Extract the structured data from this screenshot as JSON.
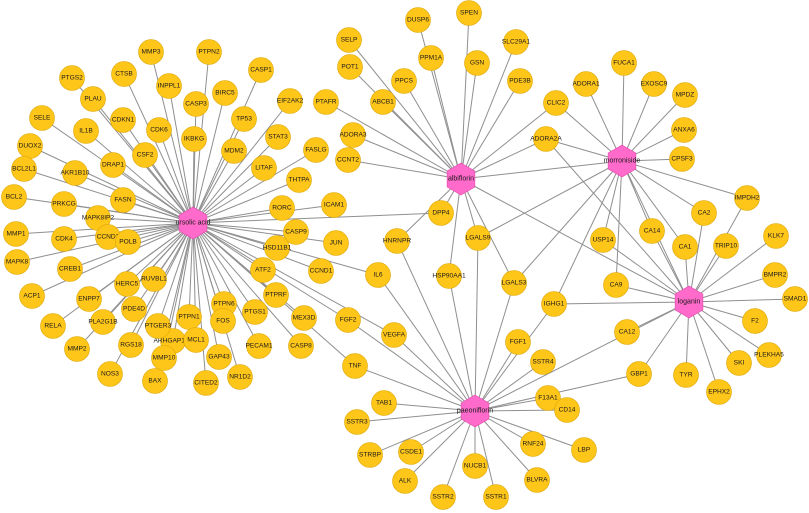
{
  "diagram": {
    "type": "network",
    "hub_color": "#FF6ACB",
    "gene_color": "#FFC61A",
    "edge_color": "#8f8f8f",
    "hubs": [
      "ursolic acid",
      "albiflorin",
      "morroniside",
      "loganin",
      "paeoniflorin"
    ],
    "genes": [
      "MMP3",
      "PTPN2",
      "CASP1",
      "PTGS2",
      "CTSB",
      "INPPL1",
      "PLAU",
      "BIRC5",
      "CASP3",
      "CDKN1",
      "TP53",
      "EIF2AK2",
      "SELE",
      "IL1B",
      "CDK6",
      "IKBKG",
      "DUOX2",
      "STAT3",
      "DRAP1",
      "CSF2",
      "MDM2",
      "FASLG",
      "BCL2L1",
      "AKR1B10",
      "LITAF",
      "THTPA",
      "BCL2",
      "PRKCG",
      "FASN",
      "ICAM1",
      "MAPK8IP2",
      "RORC",
      "MMP1",
      "CDK4",
      "CCND2",
      "POLB",
      "CASP9",
      "JUN",
      "MAPK8",
      "HSD11B1",
      "CREB1",
      "HERC5",
      "RUVBL1",
      "ATF2",
      "ACP1",
      "ENPP7",
      "CCND1",
      "PDE4D",
      "PTPN6",
      "RELA",
      "PLA2G1B",
      "PTPRF",
      "IL6",
      "PTPN1",
      "ARHGAP11A",
      "FOS",
      "PTGS1",
      "MEX3D",
      "MMP2",
      "PTGER3",
      "RGS18",
      "MCL1",
      "GAP43",
      "PECAM1",
      "NOS3",
      "MMP10",
      "NR1D2",
      "CASP8",
      "BAX",
      "CITED2",
      "DUSP6",
      "SPEN",
      "SELP",
      "PPM1A",
      "SLC29A1",
      "GSN",
      "POT1",
      "PPCS",
      "PDE3B",
      "ABCB1",
      "PTAFR",
      "ADORA3",
      "CCNT2",
      "DPP4",
      "HNRNPR",
      "LGALS9",
      "HSP90AA1",
      "FGF2",
      "VEGFA",
      "TNF",
      "LGALS3",
      "FUCA1",
      "ADORA1",
      "EXOSC9",
      "MPDZ",
      "CLIC2",
      "ANXA6",
      "ADORA2A",
      "CPSF3",
      "IMPDH2",
      "CA2",
      "CA14",
      "KLK7",
      "TRIP10",
      "USP14",
      "CA1",
      "BMPR2",
      "CA9",
      "SMAD1",
      "IGHG1",
      "F2",
      "CA12",
      "PLEKHA5",
      "GBP1",
      "SKI",
      "TYR",
      "EPHX2",
      "FGF1",
      "SSTR4",
      "F13A1",
      "TAB1",
      "CD14",
      "SSTR3",
      "CSDE1",
      "RNF24",
      "LBP",
      "STRBP",
      "NUCB1",
      "ALK",
      "BLVRA",
      "SSTR2",
      "SSTR1"
    ],
    "edges": [
      [
        "ursolic acid",
        "MMP3"
      ],
      [
        "ursolic acid",
        "PTPN2"
      ],
      [
        "ursolic acid",
        "CASP1"
      ],
      [
        "ursolic acid",
        "PTGS2"
      ],
      [
        "ursolic acid",
        "CTSB"
      ],
      [
        "ursolic acid",
        "INPPL1"
      ],
      [
        "ursolic acid",
        "PLAU"
      ],
      [
        "ursolic acid",
        "BIRC5"
      ],
      [
        "ursolic acid",
        "CASP3"
      ],
      [
        "ursolic acid",
        "CDKN1"
      ],
      [
        "ursolic acid",
        "TP53"
      ],
      [
        "ursolic acid",
        "EIF2AK2"
      ],
      [
        "ursolic acid",
        "SELE"
      ],
      [
        "ursolic acid",
        "IL1B"
      ],
      [
        "ursolic acid",
        "CDK6"
      ],
      [
        "ursolic acid",
        "IKBKG"
      ],
      [
        "ursolic acid",
        "DUOX2"
      ],
      [
        "ursolic acid",
        "STAT3"
      ],
      [
        "ursolic acid",
        "DRAP1"
      ],
      [
        "ursolic acid",
        "CSF2"
      ],
      [
        "ursolic acid",
        "MDM2"
      ],
      [
        "ursolic acid",
        "FASLG"
      ],
      [
        "ursolic acid",
        "BCL2L1"
      ],
      [
        "ursolic acid",
        "AKR1B10"
      ],
      [
        "ursolic acid",
        "LITAF"
      ],
      [
        "ursolic acid",
        "THTPA"
      ],
      [
        "ursolic acid",
        "BCL2"
      ],
      [
        "ursolic acid",
        "PRKCG"
      ],
      [
        "ursolic acid",
        "FASN"
      ],
      [
        "ursolic acid",
        "ICAM1"
      ],
      [
        "ursolic acid",
        "MAPK8IP2"
      ],
      [
        "ursolic acid",
        "RORC"
      ],
      [
        "ursolic acid",
        "MMP1"
      ],
      [
        "ursolic acid",
        "CDK4"
      ],
      [
        "ursolic acid",
        "CCND2"
      ],
      [
        "ursolic acid",
        "POLB"
      ],
      [
        "ursolic acid",
        "CASP9"
      ],
      [
        "ursolic acid",
        "JUN"
      ],
      [
        "ursolic acid",
        "MAPK8"
      ],
      [
        "ursolic acid",
        "HSD11B1"
      ],
      [
        "ursolic acid",
        "CREB1"
      ],
      [
        "ursolic acid",
        "HERC5"
      ],
      [
        "ursolic acid",
        "RUVBL1"
      ],
      [
        "ursolic acid",
        "ATF2"
      ],
      [
        "ursolic acid",
        "ACP1"
      ],
      [
        "ursolic acid",
        "ENPP7"
      ],
      [
        "ursolic acid",
        "CCND1"
      ],
      [
        "ursolic acid",
        "PDE4D"
      ],
      [
        "ursolic acid",
        "PTPN6"
      ],
      [
        "ursolic acid",
        "RELA"
      ],
      [
        "ursolic acid",
        "PLA2G1B"
      ],
      [
        "ursolic acid",
        "PTPRF"
      ],
      [
        "ursolic acid",
        "IL6"
      ],
      [
        "ursolic acid",
        "PTPN1"
      ],
      [
        "ursolic acid",
        "ARHGAP11A"
      ],
      [
        "ursolic acid",
        "FOS"
      ],
      [
        "ursolic acid",
        "PTGS1"
      ],
      [
        "ursolic acid",
        "MEX3D"
      ],
      [
        "ursolic acid",
        "MMP2"
      ],
      [
        "ursolic acid",
        "PTGER3"
      ],
      [
        "ursolic acid",
        "RGS18"
      ],
      [
        "ursolic acid",
        "MCL1"
      ],
      [
        "ursolic acid",
        "GAP43"
      ],
      [
        "ursolic acid",
        "PECAM1"
      ],
      [
        "ursolic acid",
        "NOS3"
      ],
      [
        "ursolic acid",
        "MMP10"
      ],
      [
        "ursolic acid",
        "NR1D2"
      ],
      [
        "ursolic acid",
        "CASP8"
      ],
      [
        "ursolic acid",
        "BAX"
      ],
      [
        "ursolic acid",
        "CITED2"
      ],
      [
        "ursolic acid",
        "FGF2"
      ],
      [
        "ursolic acid",
        "VEGFA"
      ],
      [
        "ursolic acid",
        "TNF"
      ],
      [
        "ursolic acid",
        "DPP4"
      ],
      [
        "albiflorin",
        "DUSP6"
      ],
      [
        "albiflorin",
        "SPEN"
      ],
      [
        "albiflorin",
        "SELP"
      ],
      [
        "albiflorin",
        "PPM1A"
      ],
      [
        "albiflorin",
        "SLC29A1"
      ],
      [
        "albiflorin",
        "GSN"
      ],
      [
        "albiflorin",
        "POT1"
      ],
      [
        "albiflorin",
        "PPCS"
      ],
      [
        "albiflorin",
        "PDE3B"
      ],
      [
        "albiflorin",
        "ABCB1"
      ],
      [
        "albiflorin",
        "PTAFR"
      ],
      [
        "albiflorin",
        "ADORA3"
      ],
      [
        "albiflorin",
        "CCNT2"
      ],
      [
        "albiflorin",
        "CLIC2"
      ],
      [
        "albiflorin",
        "ADORA2A"
      ],
      [
        "albiflorin",
        "DPP4"
      ],
      [
        "albiflorin",
        "HNRNPR"
      ],
      [
        "albiflorin",
        "LGALS9"
      ],
      [
        "albiflorin",
        "HSP90AA1"
      ],
      [
        "albiflorin",
        "LGALS3"
      ],
      [
        "albiflorin",
        "morroniside"
      ],
      [
        "albiflorin",
        "loganin"
      ],
      [
        "morroniside",
        "FUCA1"
      ],
      [
        "morroniside",
        "ADORA1"
      ],
      [
        "morroniside",
        "EXOSC9"
      ],
      [
        "morroniside",
        "MPDZ"
      ],
      [
        "morroniside",
        "CLIC2"
      ],
      [
        "morroniside",
        "ANXA6"
      ],
      [
        "morroniside",
        "ADORA2A"
      ],
      [
        "morroniside",
        "CPSF3"
      ],
      [
        "morroniside",
        "CA2"
      ],
      [
        "morroniside",
        "IMPDH2"
      ],
      [
        "morroniside",
        "USP14"
      ],
      [
        "morroniside",
        "CA14"
      ],
      [
        "morroniside",
        "CA1"
      ],
      [
        "morroniside",
        "CA9"
      ],
      [
        "morroniside",
        "IGHG1"
      ],
      [
        "morroniside",
        "LGALS9"
      ],
      [
        "morroniside",
        "LGALS3"
      ],
      [
        "morroniside",
        "loganin"
      ],
      [
        "loganin",
        "IMPDH2"
      ],
      [
        "loganin",
        "CA2"
      ],
      [
        "loganin",
        "KLK7"
      ],
      [
        "loganin",
        "TRIP10"
      ],
      [
        "loganin",
        "CA14"
      ],
      [
        "loganin",
        "CA1"
      ],
      [
        "loganin",
        "USP14"
      ],
      [
        "loganin",
        "BMPR2"
      ],
      [
        "loganin",
        "CA9"
      ],
      [
        "loganin",
        "SMAD1"
      ],
      [
        "loganin",
        "IGHG1"
      ],
      [
        "loganin",
        "F2"
      ],
      [
        "loganin",
        "CA12"
      ],
      [
        "loganin",
        "PLEKHA5"
      ],
      [
        "loganin",
        "GBP1"
      ],
      [
        "loganin",
        "SKI"
      ],
      [
        "loganin",
        "TYR"
      ],
      [
        "loganin",
        "EPHX2"
      ],
      [
        "loganin",
        "ADORA2A"
      ],
      [
        "paeoniflorin",
        "FGF1"
      ],
      [
        "paeoniflorin",
        "SSTR4"
      ],
      [
        "paeoniflorin",
        "F13A1"
      ],
      [
        "paeoniflorin",
        "TAB1"
      ],
      [
        "paeoniflorin",
        "CD14"
      ],
      [
        "paeoniflorin",
        "SSTR3"
      ],
      [
        "paeoniflorin",
        "CSDE1"
      ],
      [
        "paeoniflorin",
        "RNF24"
      ],
      [
        "paeoniflorin",
        "LBP"
      ],
      [
        "paeoniflorin",
        "STRBP"
      ],
      [
        "paeoniflorin",
        "NUCB1"
      ],
      [
        "paeoniflorin",
        "ALK"
      ],
      [
        "paeoniflorin",
        "BLVRA"
      ],
      [
        "paeoniflorin",
        "SSTR2"
      ],
      [
        "paeoniflorin",
        "SSTR1"
      ],
      [
        "paeoniflorin",
        "GBP1"
      ],
      [
        "paeoniflorin",
        "TNF"
      ],
      [
        "paeoniflorin",
        "VEGFA"
      ],
      [
        "paeoniflorin",
        "FGF2"
      ],
      [
        "paeoniflorin",
        "HNRNPR"
      ],
      [
        "paeoniflorin",
        "HSP90AA1"
      ],
      [
        "paeoniflorin",
        "LGALS3"
      ],
      [
        "paeoniflorin",
        "LGALS9"
      ],
      [
        "paeoniflorin",
        "IL6"
      ],
      [
        "paeoniflorin",
        "IGHG1"
      ],
      [
        "paeoniflorin",
        "loganin"
      ]
    ]
  }
}
